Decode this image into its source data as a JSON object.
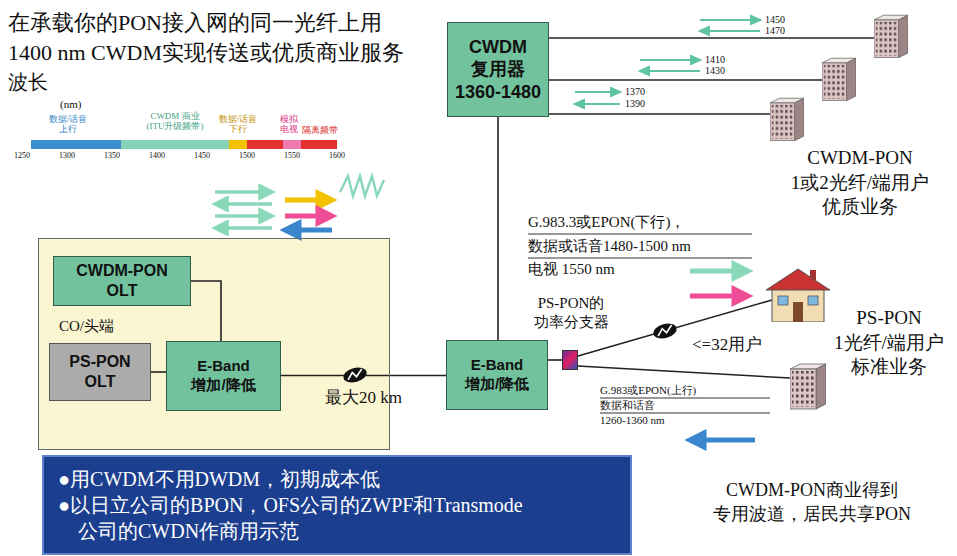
{
  "diagram": {
    "title": "在承载你的PON接入网的同一光纤上用 1400 nm CWDM实现传送或优质商业服务",
    "nodes": [
      {
        "text": [
          "CWDM 复用器 1360-1480"
        ]
      },
      {
        "text": [
          "CO/头端"
        ]
      },
      {
        "text": [
          "CWDM-PON OLT"
        ],
        "in": 1
      },
      {
        "text": [
          "PS-PON OLT"
        ],
        "in": 1
      },
      {
        "text": [
          "E-Band 增加/降低"
        ],
        "in": 1
      },
      {
        "text": [
          "E-Band 增加/降低"
        ]
      },
      {
        "text": [
          "PS-PON的 功率分支器"
        ]
      },
      {
        "text": [
          "●用CWDM不用DWDM，初期成本低",
          "●以日立公司的BPON，OFS公司的ZWPF和Transmode 公司的CWDN作商用示范"
        ]
      }
    ],
    "edges": [
      {
        "from": 2,
        "to": 4,
        "arrow": "none"
      },
      {
        "from": 3,
        "to": 4,
        "arrow": "none"
      },
      {
        "from": 4,
        "to": 5,
        "label": "最大20 km",
        "arrow": "none"
      },
      {
        "from": 5,
        "to": 0,
        "arrow": "none"
      },
      {
        "from": 5,
        "to": 6,
        "arrow": "none"
      }
    ],
    "labels": [
      "波长",
      "(nm)",
      "数据/话音 上行",
      "CWDM 商业 (ITU升级频带)",
      "数据/话音 下行",
      "模拟 电视",
      "隔离频带",
      "1250",
      "1300",
      "1350",
      "1400",
      "1450",
      "1500",
      "1550",
      "1600",
      "1450",
      "1470",
      "1410",
      "1430",
      "1370",
      "1390",
      "CWDM-PON 1或2光纤/端用户 优质业务",
      "G.983.3或EPON(下行)，",
      "数据或话音1480-1500 nm",
      "电视 1550 nm",
      "<=32用户",
      "PS-PON 1光纤/端用户 标准业务",
      "G.983或EPON(上行)",
      "数据和话音",
      "1260-1360 nm",
      "CWDM-PON商业得到 专用波道，居民共享PON"
    ]
  }
}
